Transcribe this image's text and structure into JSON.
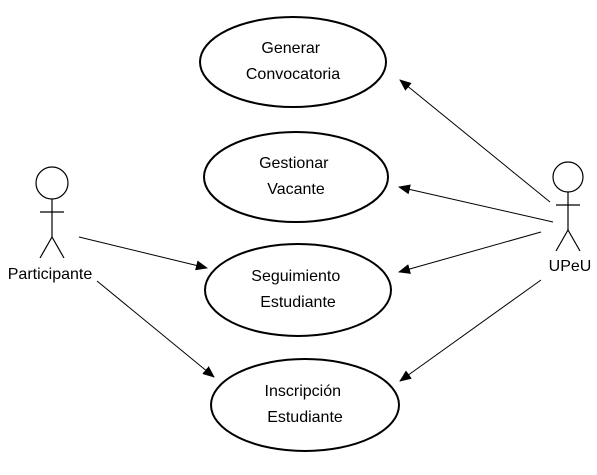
{
  "actors": {
    "participante": {
      "name": "Participante"
    },
    "upeu": {
      "name": "UPeU"
    }
  },
  "use_cases": {
    "generar": {
      "line1": "Generar",
      "line2": "Convocatoria"
    },
    "gestionar": {
      "line1": "Gestionar",
      "line2": "Vacante"
    },
    "seguimiento": {
      "line1": "Seguimiento",
      "line2": "Estudiante"
    },
    "inscripcion": {
      "line1": "Inscripción",
      "line2": "Estudiante"
    }
  },
  "colors": {
    "stroke": "#000000",
    "background": "#ffffff"
  }
}
